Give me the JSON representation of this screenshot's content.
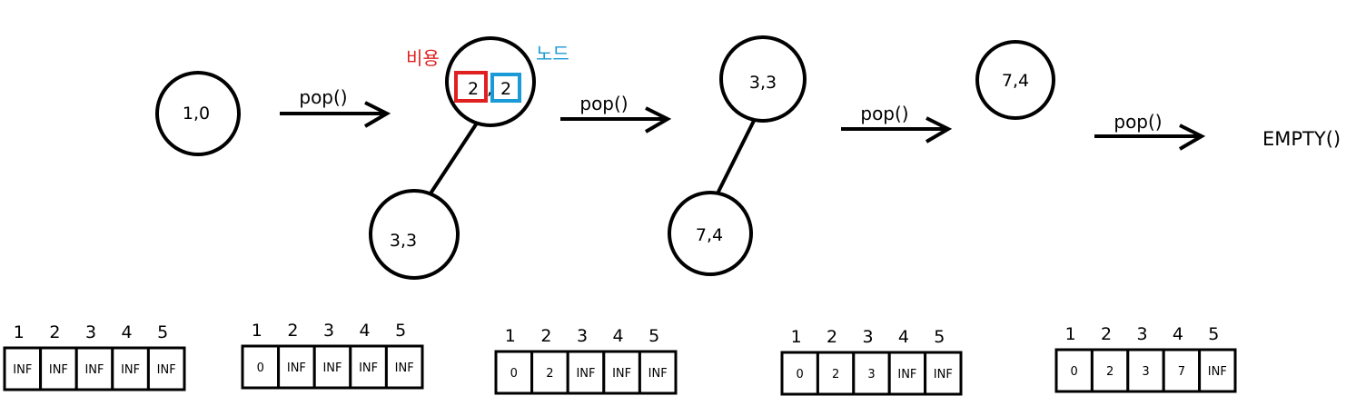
{
  "heap_nodes": [
    {
      "id": "n1",
      "label": "1,0"
    },
    {
      "id": "n2",
      "cost": "2",
      "sep": ",",
      "node": "2"
    },
    {
      "id": "n3",
      "label": "3,3"
    },
    {
      "id": "n4",
      "label": "3,3"
    },
    {
      "id": "n5",
      "label": "7,4"
    },
    {
      "id": "n6",
      "label": "7,4"
    }
  ],
  "annotations": {
    "cost_label": "비용",
    "node_label": "노드",
    "cost_color": "#e02020",
    "node_color": "#1a9ad6"
  },
  "arrows": [
    {
      "label": "pop()"
    },
    {
      "label": "pop()"
    },
    {
      "label": "pop()"
    },
    {
      "label": "pop()"
    }
  ],
  "empty_text": "EMPTY()",
  "arrays": [
    {
      "indices": [
        "1",
        "2",
        "3",
        "4",
        "5"
      ],
      "values": [
        "INF",
        "INF",
        "INF",
        "INF",
        "INF"
      ]
    },
    {
      "indices": [
        "1",
        "2",
        "3",
        "4",
        "5"
      ],
      "values": [
        "0",
        "INF",
        "INF",
        "INF",
        "INF"
      ]
    },
    {
      "indices": [
        "1",
        "2",
        "3",
        "4",
        "5"
      ],
      "values": [
        "0",
        "2",
        "INF",
        "INF",
        "INF"
      ]
    },
    {
      "indices": [
        "1",
        "2",
        "3",
        "4",
        "5"
      ],
      "values": [
        "0",
        "2",
        "3",
        "INF",
        "INF"
      ]
    },
    {
      "indices": [
        "1",
        "2",
        "3",
        "4",
        "5"
      ],
      "values": [
        "0",
        "2",
        "3",
        "7",
        "INF"
      ]
    }
  ]
}
